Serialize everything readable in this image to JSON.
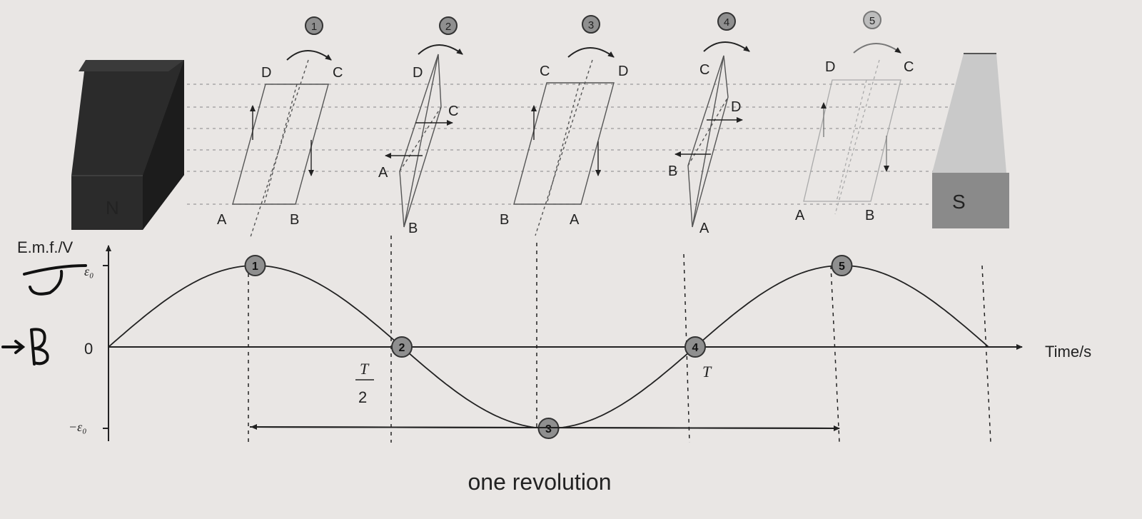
{
  "magnets": {
    "north_label": "N",
    "south_label": "S"
  },
  "coil_positions": [
    {
      "step": "1",
      "top_left": "D",
      "top_right": "C",
      "mid": "",
      "bottom_left": "A",
      "bottom_right": "B"
    },
    {
      "step": "2",
      "top_left": "D",
      "top_right": "",
      "mid": "C",
      "bottom_left": "A",
      "bottom_right": "B"
    },
    {
      "step": "3",
      "top_left": "C",
      "top_right": "D",
      "mid": "",
      "bottom_left": "B",
      "bottom_right": "A"
    },
    {
      "step": "4",
      "top_left": "C",
      "top_right": "",
      "mid": "D",
      "bottom_left": "B",
      "bottom_right": "A"
    },
    {
      "step": "5",
      "top_left": "D",
      "top_right": "C",
      "mid": "",
      "bottom_left": "A",
      "bottom_right": "B"
    }
  ],
  "graph": {
    "y_axis_label": "E.m.f./V",
    "x_axis_label": "Time/s",
    "y_top_tick": "ε₀",
    "y_zero_tick": "0",
    "y_bottom_tick": "−ε₀",
    "half_period_numerator": "T",
    "half_period_denominator": "2",
    "period_label": "T",
    "markers": [
      "1",
      "2",
      "3",
      "4",
      "5"
    ],
    "span_label": "one revolution"
  },
  "chart_data": {
    "type": "line",
    "series": [
      {
        "points": [
          [
            0,
            0
          ],
          [
            0.25,
            1
          ],
          [
            0.5,
            0
          ],
          [
            0.75,
            -1
          ],
          [
            1,
            0
          ],
          [
            1.25,
            1
          ],
          [
            1.5,
            0
          ]
        ]
      }
    ]
  },
  "handwritten_notes": [
    "T",
    "→B"
  ],
  "colors": {
    "paper": "#e9e6e4",
    "ink": "#222222",
    "magnet_north": "#2b2b2b",
    "magnet_south": "#8a8a8a",
    "marker_fill": "#8f8f8f"
  }
}
